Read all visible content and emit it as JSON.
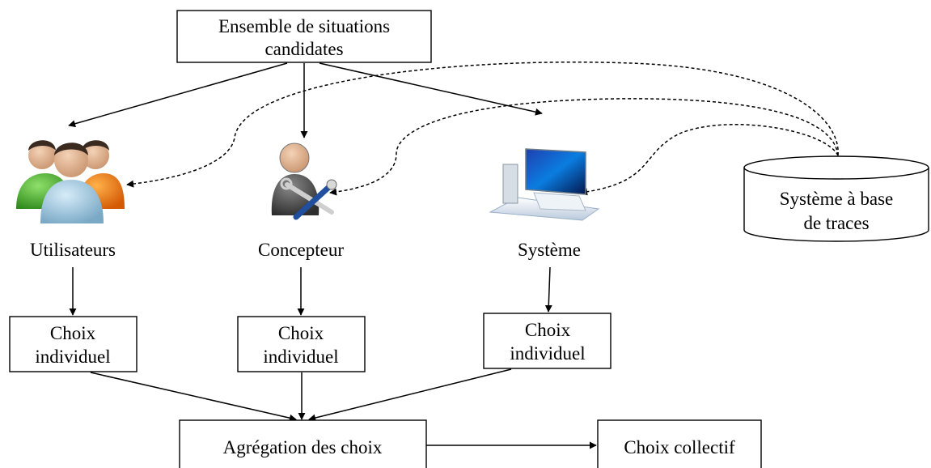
{
  "nodes": {
    "candidates": {
      "line1": "Ensemble de situations",
      "line2": "candidates"
    },
    "users": {
      "label": "Utilisateurs"
    },
    "designer": {
      "label": "Concepteur"
    },
    "system": {
      "label": "Système"
    },
    "trace_db": {
      "line1": "Système à base",
      "line2": "de traces"
    },
    "choice_users": {
      "line1": "Choix",
      "line2": "individuel"
    },
    "choice_designer": {
      "line1": "Choix",
      "line2": "individuel"
    },
    "choice_system": {
      "line1": "Choix",
      "line2": "individuel"
    },
    "aggregation": {
      "label": "Agrégation des choix"
    },
    "collective": {
      "label": "Choix collectif"
    }
  },
  "icons": {
    "users": "users-group-icon",
    "designer": "designer-tools-icon",
    "system": "computer-icon",
    "trace_db": "database-cylinder"
  }
}
